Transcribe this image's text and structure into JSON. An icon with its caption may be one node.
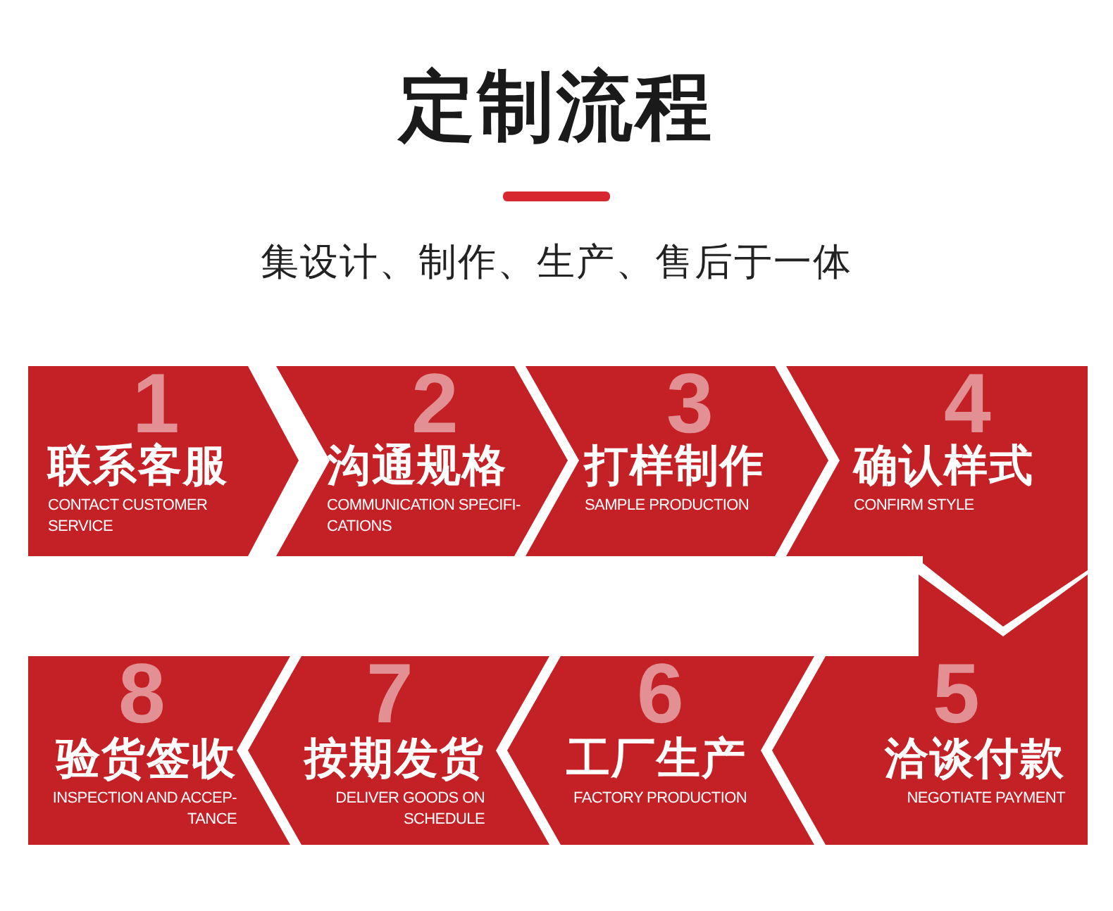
{
  "diagram": {
    "title": "定制流程",
    "nodes": [
      {
        "text": [
          "1",
          "联系客服",
          "CONTACT CUSTOMER SERVICE"
        ]
      },
      {
        "text": [
          "2",
          "沟通规格",
          "COMMUNICATION SPECIFI- CATIONS"
        ]
      },
      {
        "text": [
          "3",
          "打样制作",
          "SAMPLE PRODUCTION"
        ]
      },
      {
        "text": [
          "4",
          "确认样式",
          "CONFIRM STYLE"
        ]
      },
      {
        "text": [
          "5",
          "洽谈付款",
          "NEGOTIATE PAYMENT"
        ]
      },
      {
        "text": [
          "6",
          "工厂生产",
          "FACTORY PRODUCTION"
        ]
      },
      {
        "text": [
          "7",
          "按期发货",
          "DELIVER GOODS ON SCHEDULE"
        ]
      },
      {
        "text": [
          "8",
          "验货签收",
          "INSPECTION AND ACCEP- TANCE"
        ]
      }
    ],
    "labels": [
      "集设计、制作、生产、售后于一体"
    ]
  }
}
